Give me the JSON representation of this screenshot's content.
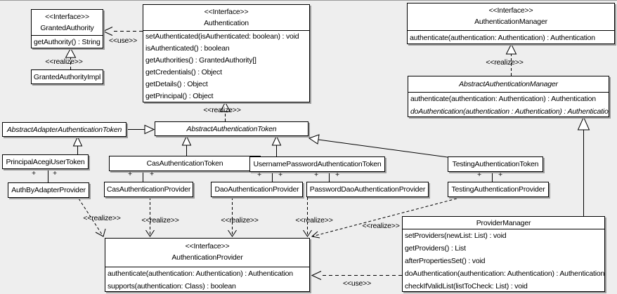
{
  "diagram": {
    "labels": {
      "use": "&lt;&lt;use&gt;&gt;",
      "realize": "&lt;&lt;realize&gt;&gt;",
      "plus": "+"
    },
    "labels_plain": {
      "use": "<<use>>",
      "realize": "<<realize>>",
      "plus": "+"
    },
    "colors": {
      "background": "#eeeeee",
      "box_fill": "#ffffff",
      "box_border": "#000000",
      "box_shadow": "#9e9e9e",
      "line": "#000000"
    },
    "boxes": {
      "granted_authority": {
        "stereotype": "<<Interface>>",
        "name": "GrantedAuthority",
        "methods": [
          "getAuthority() : String"
        ]
      },
      "granted_authority_impl": {
        "name": "GrantedAuthorityImpl"
      },
      "authentication": {
        "stereotype": "<<Interface>>",
        "name": "Authentication",
        "methods": [
          "setAuthenticated(isAuthenticated: boolean) : void",
          "isAuthenticated() : boolean",
          "getAuthorities() : GrantedAuthority[]",
          "getCredentials() : Object",
          "getDetails() : Object",
          "getPrincipal() : Object"
        ]
      },
      "authentication_manager": {
        "stereotype": "<<Interface>>",
        "name": "AuthenticationManager",
        "methods": [
          "authenticate(authentication: Authentication) : Authentication"
        ]
      },
      "abstract_authentication_manager": {
        "name": "AbstractAuthenticationManager",
        "methods": [
          "authenticate(authentication: Authentication) : Authentication",
          "doAuthentication(authentication : Authentication) : Authentication"
        ]
      },
      "abstract_adapter_authentication_token": {
        "name": "AbstractAdapterAuthenticationToken"
      },
      "abstract_authentication_token": {
        "name": "AbstractAuthenticationToken"
      },
      "principal_acegi_user_token": {
        "name": "PrincipalAcegiUserToken"
      },
      "cas_authentication_token": {
        "name": "CasAuthenticationToken"
      },
      "username_password_authentication_token": {
        "name": "UsernamePasswordAuthenticationToken"
      },
      "testing_authentication_token": {
        "name": "TestingAuthenticationToken"
      },
      "auth_by_adapter_provider": {
        "name": "AuthByAdapterProvider"
      },
      "cas_authentication_provider": {
        "name": "CasAuthenticationProvider"
      },
      "dao_authentication_provider": {
        "name": "DaoAuthenticationProvider"
      },
      "password_dao_authentication_provider": {
        "name": "PasswordDaoAuthenticationProvider"
      },
      "testing_authentication_provider": {
        "name": "TestingAuthenticationProvider"
      },
      "provider_manager": {
        "name": "ProviderManager",
        "methods": [
          "setProviders(newList: List) : void",
          "getProviders() : List",
          "afterPropertiesSet() : void",
          "doAuthentication(authentication: Authentication) : Authentication",
          "checkIfValidList(listToCheck: List) : void"
        ]
      },
      "authentication_provider": {
        "stereotype": "<<Interface>>",
        "name": "AuthenticationProvider",
        "methods": [
          "authenticate(authentication: Authentication) : Authentication",
          "supports(authentication: Class) : boolean"
        ]
      }
    }
  }
}
